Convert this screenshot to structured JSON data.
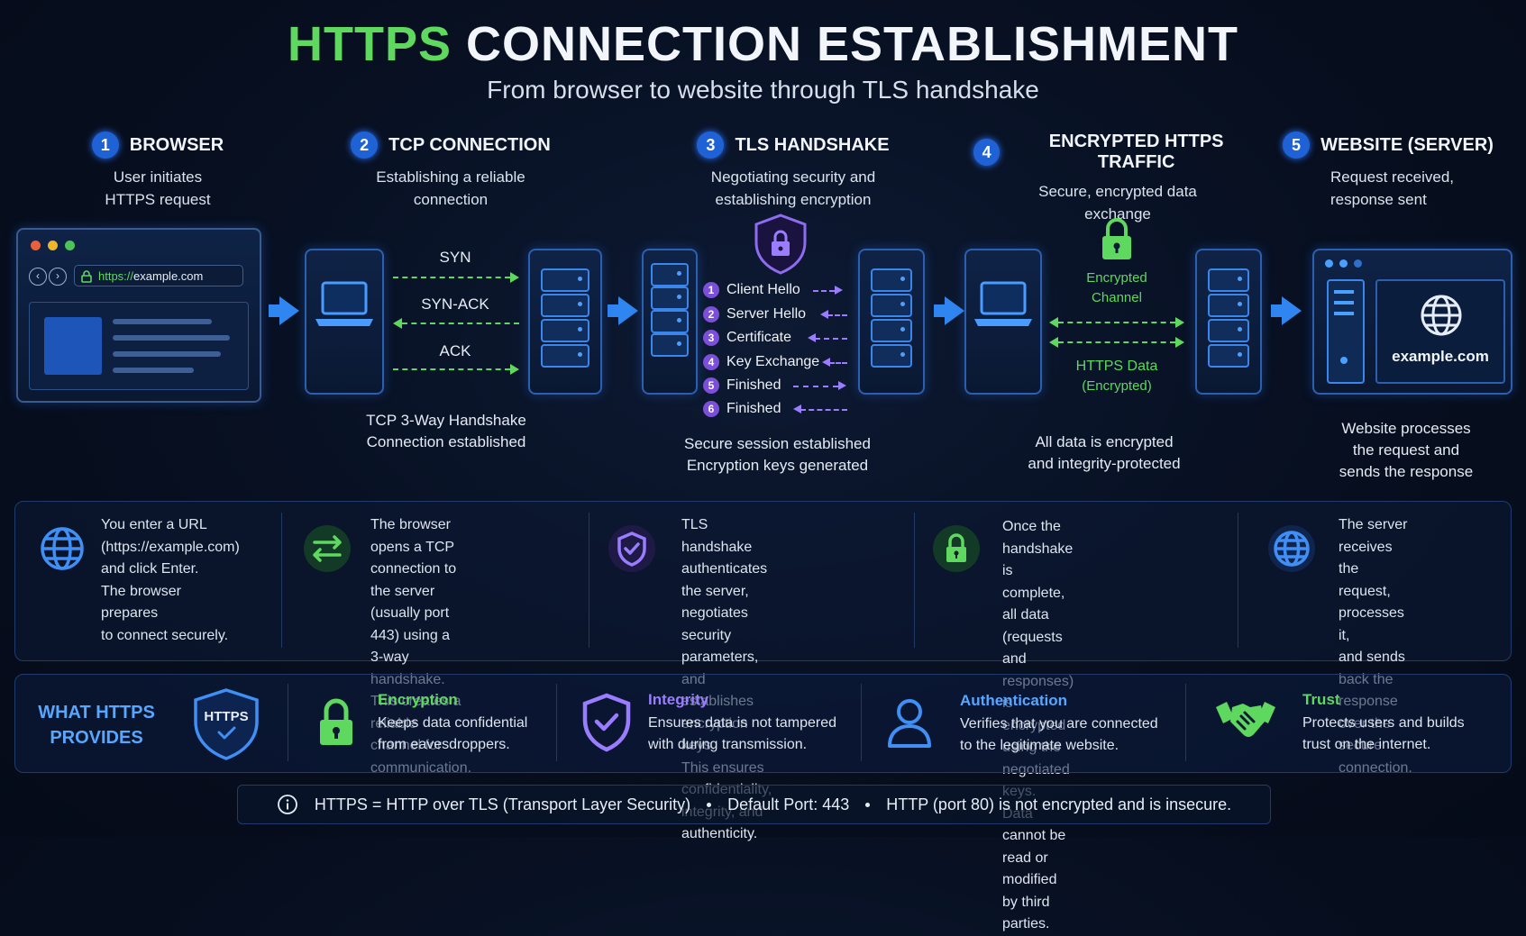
{
  "title": {
    "highlight": "HTTPS",
    "rest": "CONNECTION ESTABLISHMENT"
  },
  "subtitle": "From browser to website through TLS handshake",
  "steps": [
    {
      "num": "1",
      "title": "BROWSER",
      "desc": "User initiates\nHTTPS request"
    },
    {
      "num": "2",
      "title": "TCP CONNECTION",
      "desc": "Establishing a reliable\nconnection"
    },
    {
      "num": "3",
      "title": "TLS HANDSHAKE",
      "desc": "Negotiating security and\nestablishing encryption"
    },
    {
      "num": "4",
      "title": "ENCRYPTED HTTPS TRAFFIC",
      "desc": "Secure, encrypted data\nexchange"
    },
    {
      "num": "5",
      "title": "WEBSITE (SERVER)",
      "desc": "Request received,\nresponse sent"
    }
  ],
  "browser": {
    "url_prefix": "https://",
    "url_rest": "example.com"
  },
  "tcp": {
    "syn": "SYN",
    "synack": "SYN-ACK",
    "ack": "ACK",
    "caption": "TCP 3-Way Handshake\nConnection established"
  },
  "tls": {
    "messages": [
      {
        "n": "1",
        "label": "Client Hello"
      },
      {
        "n": "2",
        "label": "Server Hello"
      },
      {
        "n": "3",
        "label": "Certificate"
      },
      {
        "n": "4",
        "label": "Key Exchange"
      },
      {
        "n": "5",
        "label": "Finished"
      },
      {
        "n": "6",
        "label": "Finished"
      }
    ],
    "caption": "Secure session established\nEncryption keys generated"
  },
  "traffic": {
    "channel": "Encrypted\nChannel",
    "data": "HTTPS Data",
    "data_sub": "(Encrypted)",
    "caption": "All data is encrypted\nand integrity-protected"
  },
  "server": {
    "domain": "example.com",
    "caption": "Website processes\nthe request and\nsends the response"
  },
  "explanations": [
    "You enter a URL\n(https://example.com)\nand click Enter.\nThe browser prepares\nto connect securely.",
    "The browser opens a TCP\nconnection to the server\n(usually port 443) using a\n3-way handshake.\nThis creates a reliable\nchannel for communication.",
    "TLS handshake authenticates\nthe server, negotiates security\nparameters, and establishes\nencryption keys.\nThis ensures confidentiality,\nintegrity, and authenticity.",
    "Once the handshake is complete,\nall data (requests and responses)\nis encrypted using the negotiated\nkeys.\nData cannot be read or modified\nby third parties.",
    "The server receives the\nrequest, processes it,\nand sends back the\nresponse over the\nsecure connection."
  ],
  "provides": {
    "heading": "WHAT HTTPS\nPROVIDES",
    "badge": "HTTPS",
    "items": [
      {
        "title": "Encryption",
        "desc": "Keeps data confidential\nfrom eavesdroppers.",
        "icon": "lock-icon"
      },
      {
        "title": "Integrity",
        "desc": "Ensures data is not tampered\nwith during transmission.",
        "icon": "shield-check-icon"
      },
      {
        "title": "Authentication",
        "desc": "Verifies that you are connected\nto the legitimate website.",
        "icon": "user-icon"
      },
      {
        "title": "Trust",
        "desc": "Protects users and builds\ntrust on the internet.",
        "icon": "handshake-icon"
      }
    ]
  },
  "footer": {
    "a": "HTTPS = HTTP over TLS (Transport Layer Security)",
    "b": "Default Port: 443",
    "c": "HTTP (port 80) is not encrypted and is insecure."
  },
  "colors": {
    "green": "#5ed85f",
    "blue": "#2f86f0",
    "purple": "#9a7cff",
    "bg": "#070f20"
  }
}
